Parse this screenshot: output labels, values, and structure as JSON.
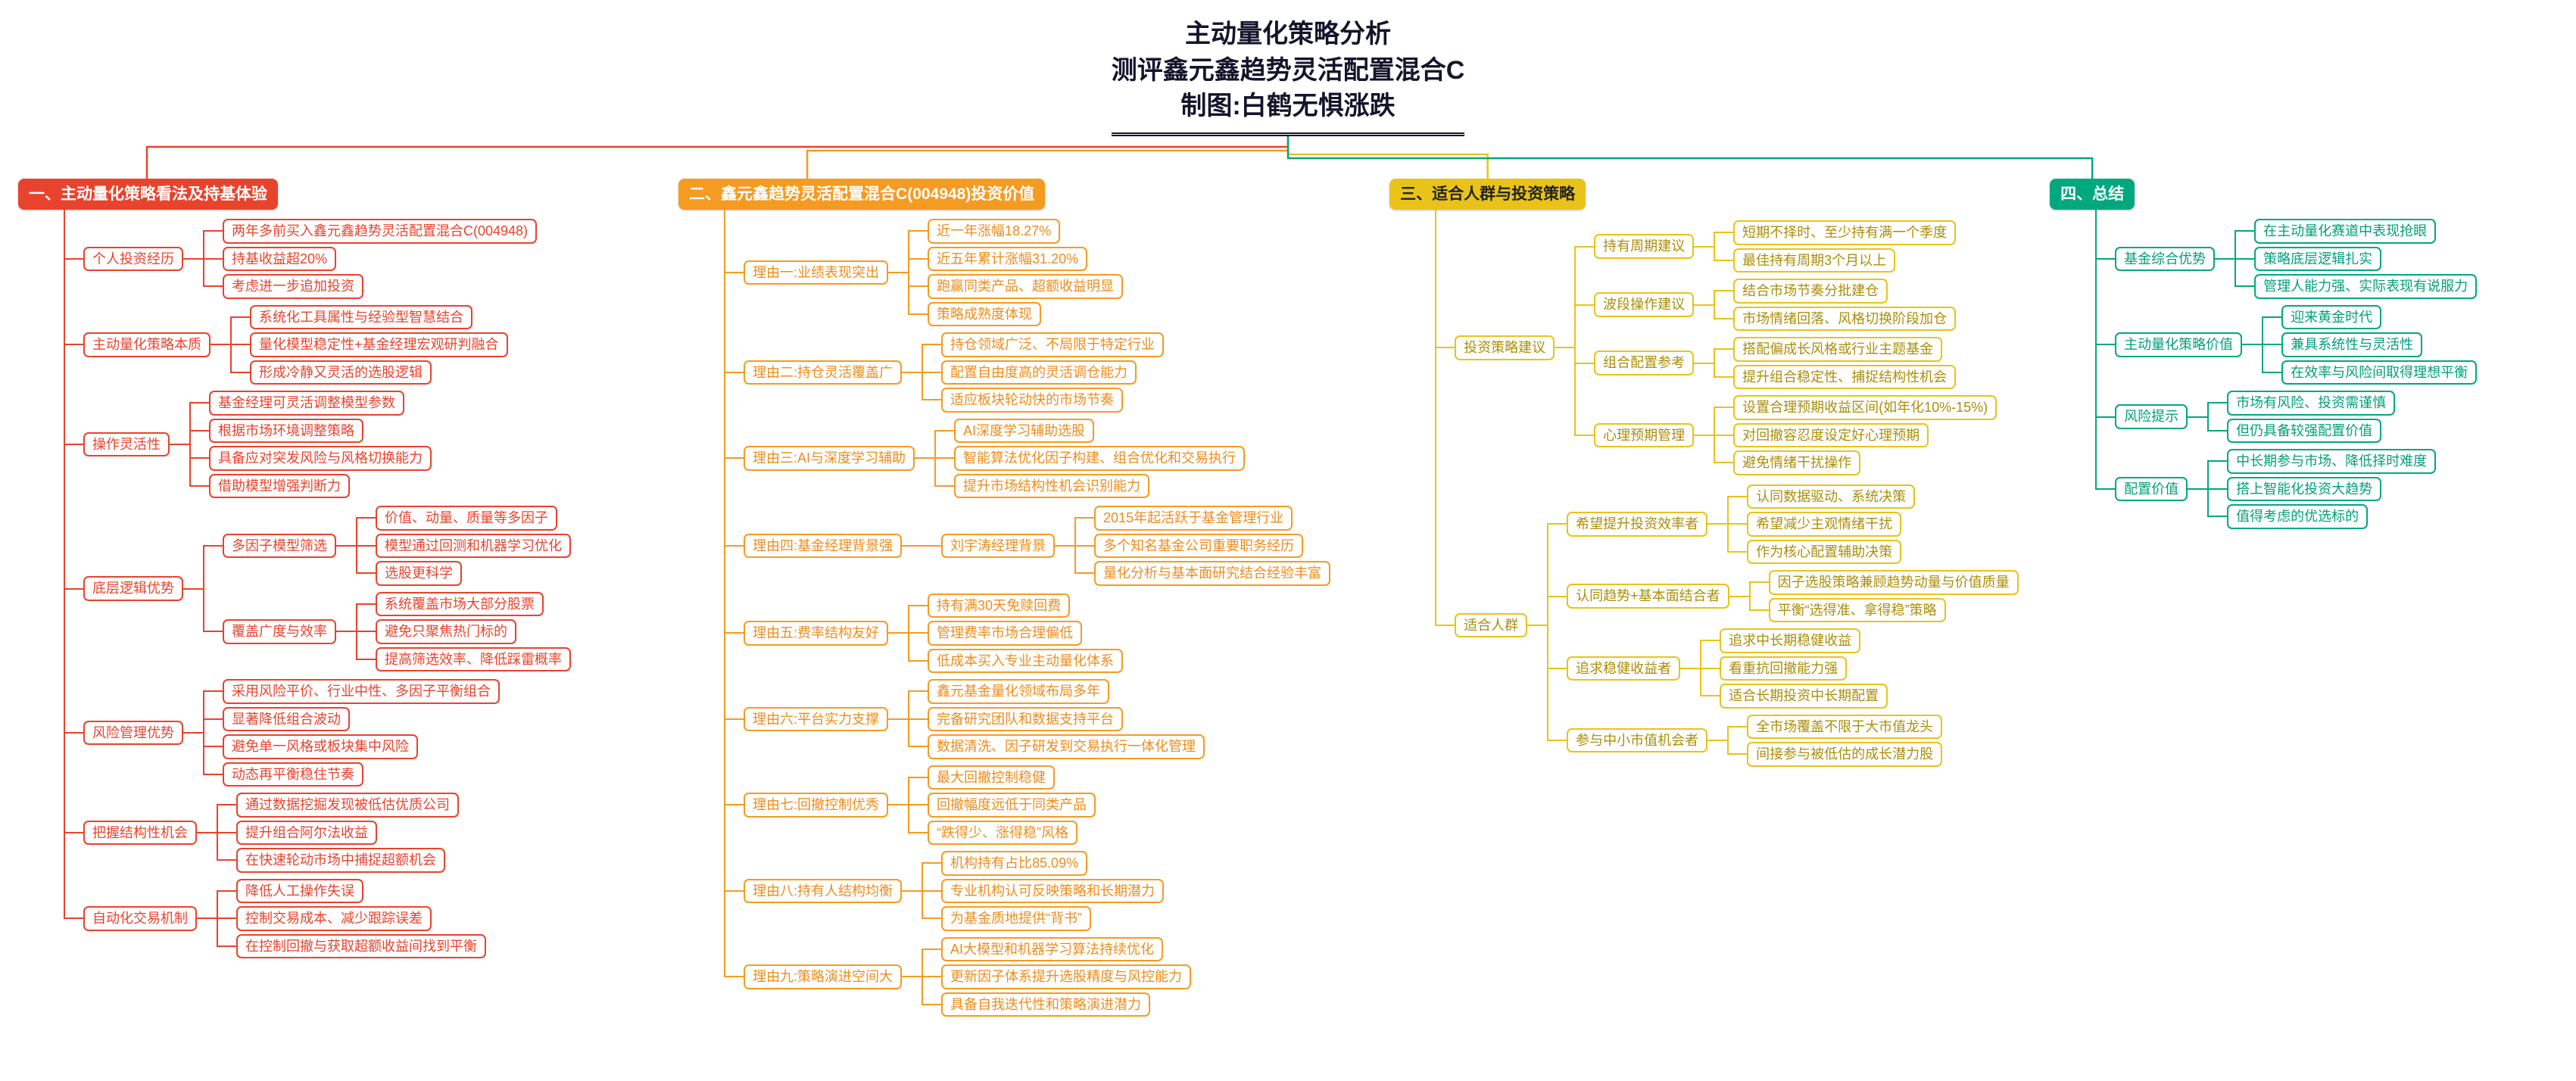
{
  "title": {
    "line1": "主动量化策略分析",
    "line2": "测评鑫元鑫趋势灵活配置混合C",
    "line3": "制图:白鹤无惧涨跌"
  },
  "branches": [
    {
      "label": "一、主动量化策略看法及持基体验",
      "colors": {
        "theme": "#e8432d",
        "child_text": "#e8432d",
        "root_text": "#ffffff"
      },
      "children": [
        {
          "label": "个人投资经历",
          "children": [
            {
              "label": "两年多前买入鑫元鑫趋势灵活配置混合C(004948)"
            },
            {
              "label": "持基收益超20%"
            },
            {
              "label": "考虑进一步追加投资"
            }
          ]
        },
        {
          "label": "主动量化策略本质",
          "children": [
            {
              "label": "系统化工具属性与经验型智慧结合"
            },
            {
              "label": "量化模型稳定性+基金经理宏观研判融合"
            },
            {
              "label": "形成冷静又灵活的选股逻辑"
            }
          ]
        },
        {
          "label": "操作灵活性",
          "children": [
            {
              "label": "基金经理可灵活调整模型参数"
            },
            {
              "label": "根据市场环境调整策略"
            },
            {
              "label": "具备应对突发风险与风格切换能力"
            },
            {
              "label": "借助模型增强判断力"
            }
          ]
        },
        {
          "label": "底层逻辑优势",
          "children": [
            {
              "label": "多因子模型筛选",
              "children": [
                {
                  "label": "价值、动量、质量等多因子"
                },
                {
                  "label": "模型通过回测和机器学习优化"
                },
                {
                  "label": "选股更科学"
                }
              ]
            },
            {
              "label": "覆盖广度与效率",
              "children": [
                {
                  "label": "系统覆盖市场大部分股票"
                },
                {
                  "label": "避免只聚焦热门标的"
                },
                {
                  "label": "提高筛选效率、降低踩雷概率"
                }
              ]
            }
          ]
        },
        {
          "label": "风险管理优势",
          "children": [
            {
              "label": "采用风险平价、行业中性、多因子平衡组合"
            },
            {
              "label": "显著降低组合波动"
            },
            {
              "label": "避免单一风格或板块集中风险"
            },
            {
              "label": "动态再平衡稳住节奏"
            }
          ]
        },
        {
          "label": "把握结构性机会",
          "children": [
            {
              "label": "通过数据挖掘发现被低估优质公司"
            },
            {
              "label": "提升组合阿尔法收益"
            },
            {
              "label": "在快速轮动市场中捕捉超额机会"
            }
          ]
        },
        {
          "label": "自动化交易机制",
          "children": [
            {
              "label": "降低人工操作失误"
            },
            {
              "label": "控制交易成本、减少跟踪误差"
            },
            {
              "label": "在控制回撤与获取超额收益间找到平衡"
            }
          ]
        }
      ]
    },
    {
      "label": "二、鑫元鑫趋势灵活配置混合C(004948)投资价值",
      "colors": {
        "theme": "#f59b22",
        "child_text": "#ef8c1a",
        "root_text": "#ffffff"
      },
      "children": [
        {
          "label": "理由一:业绩表现突出",
          "children": [
            {
              "label": "近一年涨幅18.27%"
            },
            {
              "label": "近五年累计涨幅31.20%"
            },
            {
              "label": "跑赢同类产品、超额收益明显"
            },
            {
              "label": "策略成熟度体现"
            }
          ]
        },
        {
          "label": "理由二:持仓灵活覆盖广",
          "children": [
            {
              "label": "持仓领域广泛、不局限于特定行业"
            },
            {
              "label": "配置自由度高的灵活调仓能力"
            },
            {
              "label": "适应板块轮动快的市场节奏"
            }
          ]
        },
        {
          "label": "理由三:AI与深度学习辅助",
          "children": [
            {
              "label": "AI深度学习辅助选股"
            },
            {
              "label": "智能算法优化因子构建、组合优化和交易执行"
            },
            {
              "label": "提升市场结构性机会识别能力"
            }
          ]
        },
        {
          "label": "理由四:基金经理背景强",
          "children": [
            {
              "label": "刘宇涛经理背景",
              "children": [
                {
                  "label": "2015年起活跃于基金管理行业"
                },
                {
                  "label": "多个知名基金公司重要职务经历"
                },
                {
                  "label": "量化分析与基本面研究结合经验丰富"
                }
              ]
            }
          ]
        },
        {
          "label": "理由五:费率结构友好",
          "children": [
            {
              "label": "持有满30天免赎回费"
            },
            {
              "label": "管理费率市场合理偏低"
            },
            {
              "label": "低成本买入专业主动量化体系"
            }
          ]
        },
        {
          "label": "理由六:平台实力支撑",
          "children": [
            {
              "label": "鑫元基金量化领域布局多年"
            },
            {
              "label": "完备研究团队和数据支持平台"
            },
            {
              "label": "数据清洗、因子研发到交易执行一体化管理"
            }
          ]
        },
        {
          "label": "理由七:回撤控制优秀",
          "children": [
            {
              "label": "最大回撤控制稳健"
            },
            {
              "label": "回撤幅度远低于同类产品"
            },
            {
              "label": "“跌得少、涨得稳”风格"
            }
          ]
        },
        {
          "label": "理由八:持有人结构均衡",
          "children": [
            {
              "label": "机构持有占比85.09%"
            },
            {
              "label": "专业机构认可反映策略和长期潜力"
            },
            {
              "label": "为基金质地提供“背书”"
            }
          ]
        },
        {
          "label": "理由九:策略演进空间大",
          "children": [
            {
              "label": "AI大模型和机器学习算法持续优化"
            },
            {
              "label": "更新因子体系提升选股精度与风控能力"
            },
            {
              "label": "具备自我迭代性和策略演进潜力"
            }
          ]
        }
      ]
    },
    {
      "label": "三、适合人群与投资策略",
      "colors": {
        "theme": "#e9c319",
        "child_text": "#ab8e08",
        "root_text": "#222222"
      },
      "children": [
        {
          "label": "投资策略建议",
          "children": [
            {
              "label": "持有周期建议",
              "children": [
                {
                  "label": "短期不择时、至少持有满一个季度"
                },
                {
                  "label": "最佳持有周期3个月以上"
                }
              ]
            },
            {
              "label": "波段操作建议",
              "children": [
                {
                  "label": "结合市场节奏分批建仓"
                },
                {
                  "label": "市场情绪回落、风格切换阶段加仓"
                }
              ]
            },
            {
              "label": "组合配置参考",
              "children": [
                {
                  "label": "搭配偏成长风格或行业主题基金"
                },
                {
                  "label": "提升组合稳定性、捕捉结构性机会"
                }
              ]
            },
            {
              "label": "心理预期管理",
              "children": [
                {
                  "label": "设置合理预期收益区间(如年化10%-15%)"
                },
                {
                  "label": "对回撤容忍度设定好心理预期"
                },
                {
                  "label": "避免情绪干扰操作"
                }
              ]
            }
          ]
        },
        {
          "label": "适合人群",
          "children": [
            {
              "label": "希望提升投资效率者",
              "children": [
                {
                  "label": "认同数据驱动、系统决策"
                },
                {
                  "label": "希望减少主观情绪干扰"
                },
                {
                  "label": "作为核心配置辅助决策"
                }
              ]
            },
            {
              "label": "认同趋势+基本面结合者",
              "children": [
                {
                  "label": "因子选股策略兼顾趋势动量与价值质量"
                },
                {
                  "label": "平衡“选得准、拿得稳”策略"
                }
              ]
            },
            {
              "label": "追求稳健收益者",
              "children": [
                {
                  "label": "追求中长期稳健收益"
                },
                {
                  "label": "看重抗回撤能力强"
                },
                {
                  "label": "适合长期投资中长期配置"
                }
              ]
            },
            {
              "label": "参与中小市值机会者",
              "children": [
                {
                  "label": "全市场覆盖不限于大市值龙头"
                },
                {
                  "label": "间接参与被低估的成长潜力股"
                }
              ]
            }
          ]
        }
      ]
    },
    {
      "label": "四、总结",
      "colors": {
        "theme": "#00a87e",
        "child_text": "#00a07a",
        "root_text": "#ffffff"
      },
      "children": [
        {
          "label": "基金综合优势",
          "children": [
            {
              "label": "在主动量化赛道中表现抢眼"
            },
            {
              "label": "策略底层逻辑扎实"
            },
            {
              "label": "管理人能力强、实际表现有说服力"
            }
          ]
        },
        {
          "label": "主动量化策略价值",
          "children": [
            {
              "label": "迎来黄金时代"
            },
            {
              "label": "兼具系统性与灵活性"
            },
            {
              "label": "在效率与风险间取得理想平衡"
            }
          ]
        },
        {
          "label": "风险提示",
          "children": [
            {
              "label": "市场有风险、投资需谨慎"
            },
            {
              "label": "但仍具备较强配置价值"
            }
          ]
        },
        {
          "label": "配置价值",
          "children": [
            {
              "label": "中长期参与市场、降低择时难度"
            },
            {
              "label": "搭上智能化投资大趋势"
            },
            {
              "label": "值得考虑的优选标的"
            }
          ]
        }
      ]
    }
  ]
}
